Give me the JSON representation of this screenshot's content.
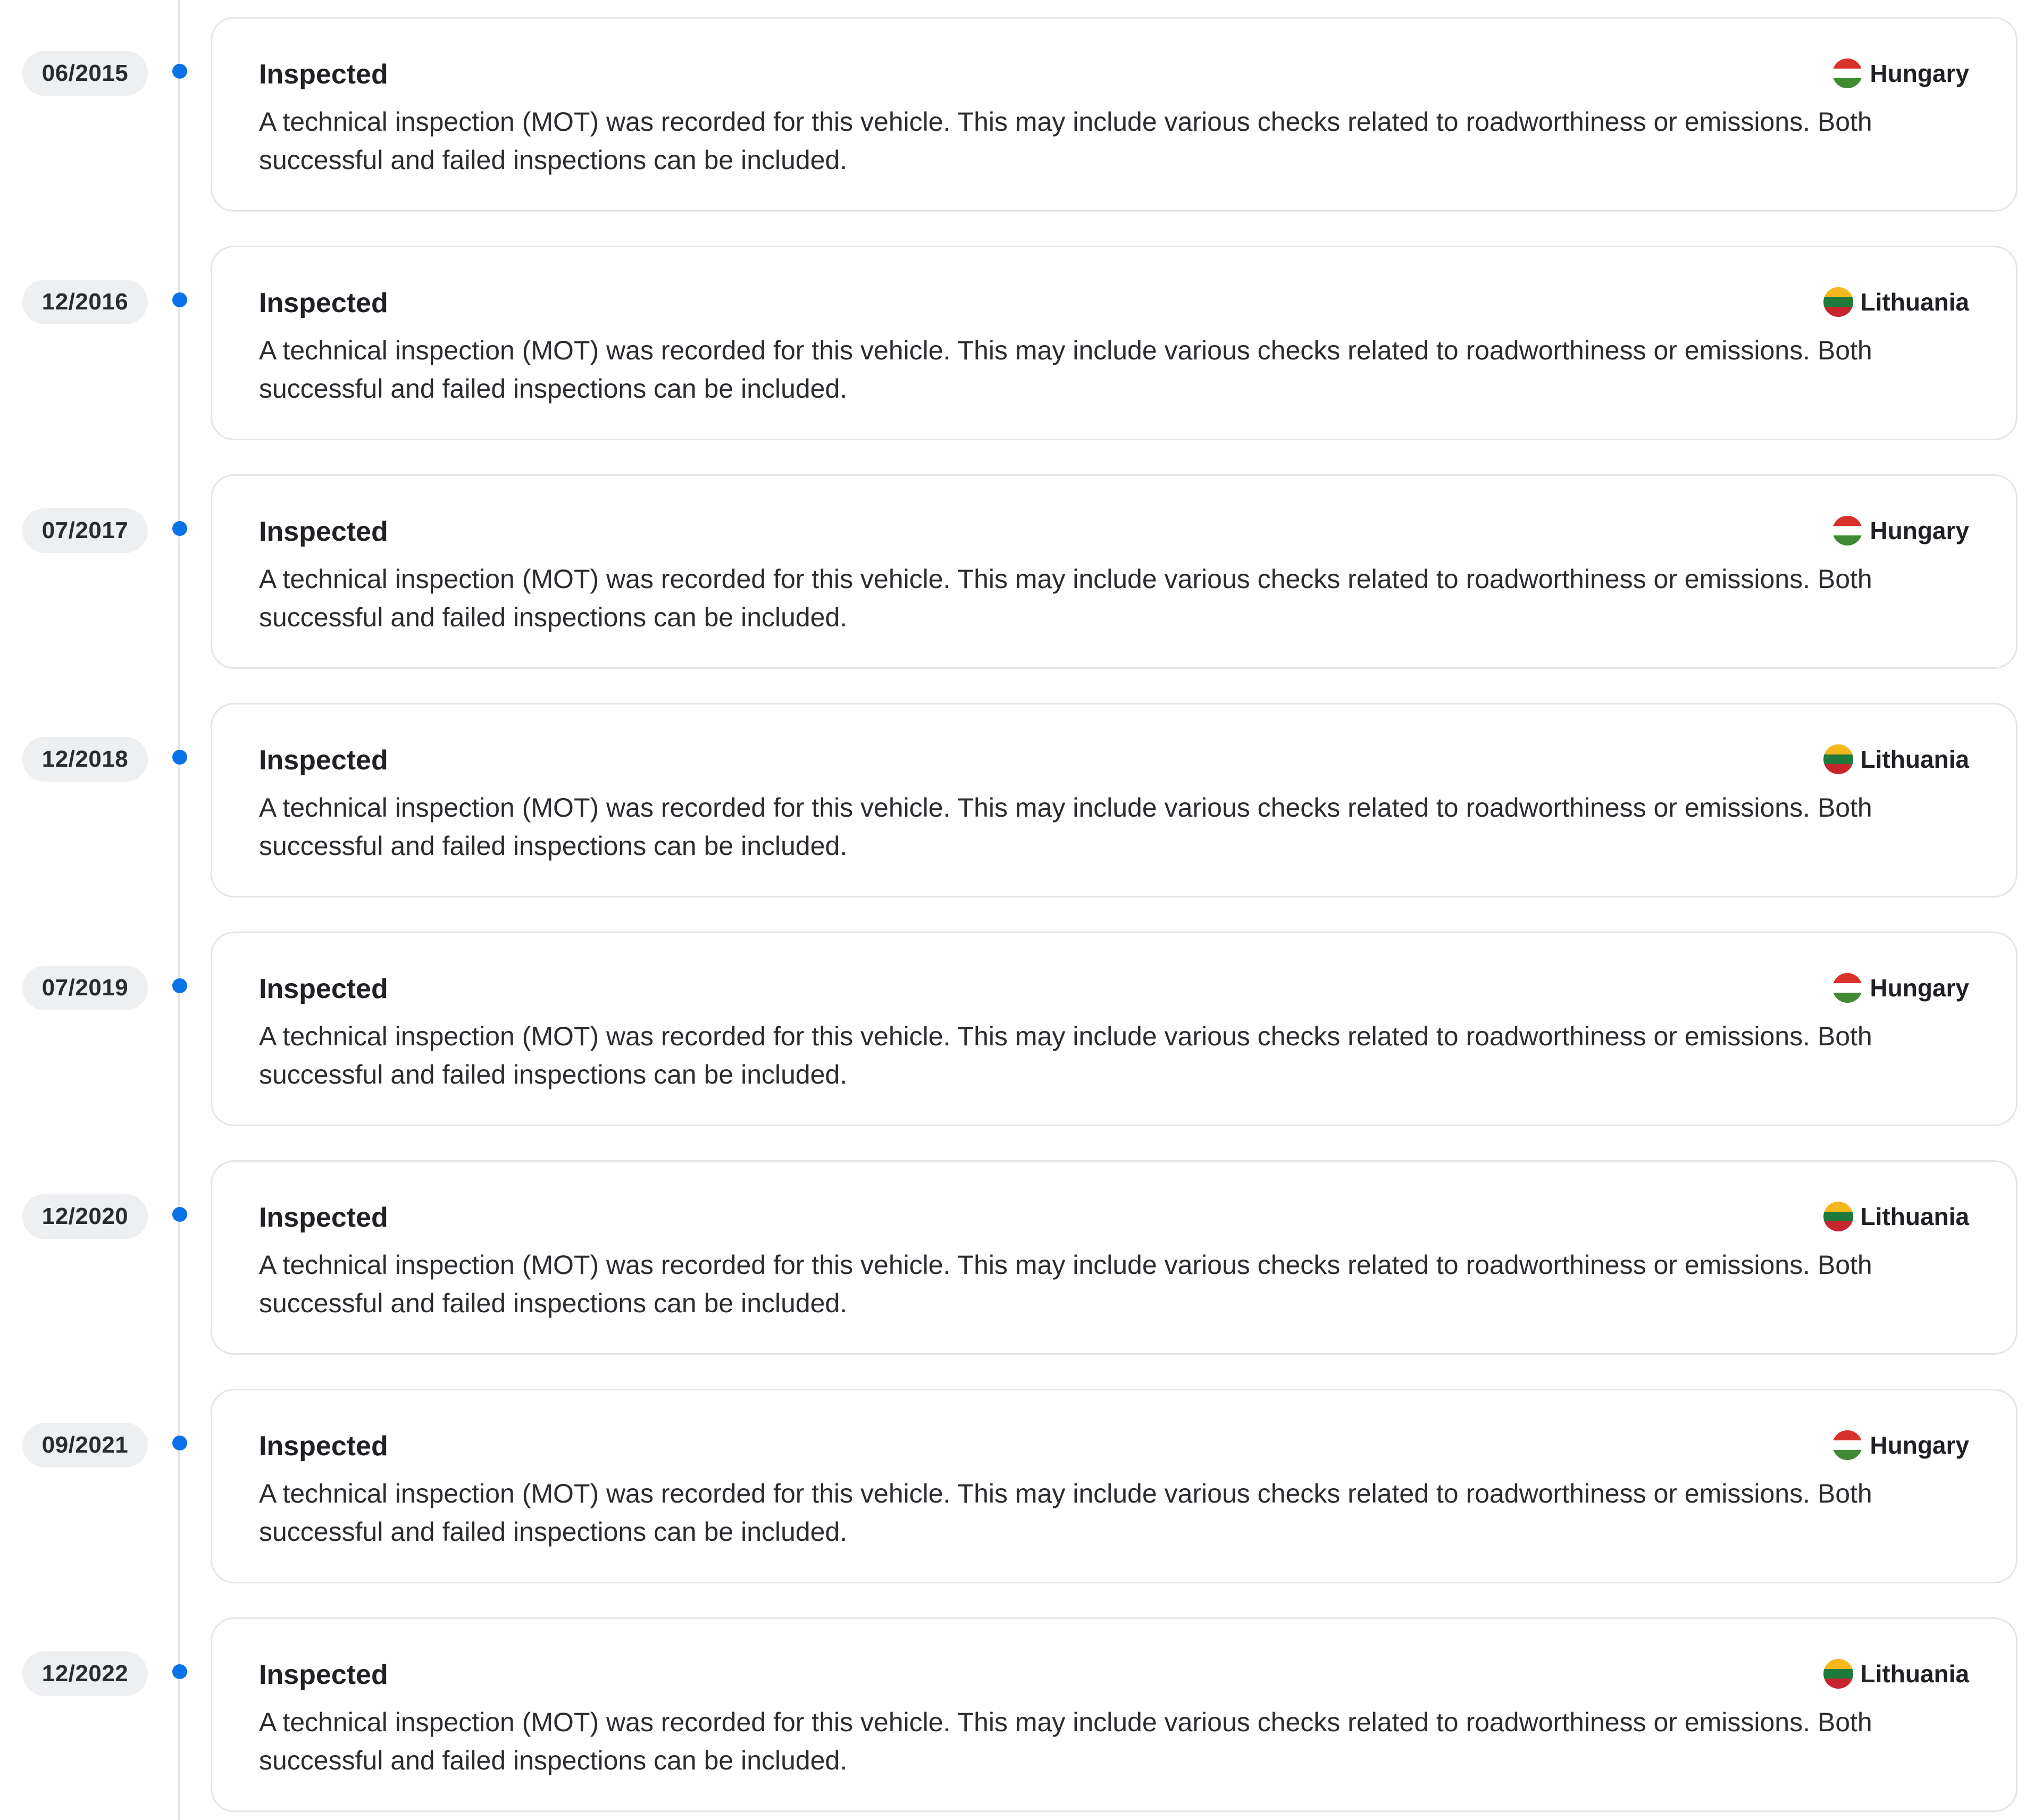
{
  "flags": {
    "Hungary": [
      "#d8322b",
      "#ffffff",
      "#3f8a32"
    ],
    "Lithuania": [
      "#f4b81c",
      "#1f7a3c",
      "#c8262f"
    ]
  },
  "entries": [
    {
      "date": "06/2015",
      "title": "Inspected",
      "country": "Hungary",
      "description": "A technical inspection (MOT) was recorded for this vehicle. This may include various checks related to roadworthiness or emissions. Both successful and failed inspections can be included."
    },
    {
      "date": "12/2016",
      "title": "Inspected",
      "country": "Lithuania",
      "description": "A technical inspection (MOT) was recorded for this vehicle. This may include various checks related to roadworthiness or emissions. Both successful and failed inspections can be included."
    },
    {
      "date": "07/2017",
      "title": "Inspected",
      "country": "Hungary",
      "description": "A technical inspection (MOT) was recorded for this vehicle. This may include various checks related to roadworthiness or emissions. Both successful and failed inspections can be included."
    },
    {
      "date": "12/2018",
      "title": "Inspected",
      "country": "Lithuania",
      "description": "A technical inspection (MOT) was recorded for this vehicle. This may include various checks related to roadworthiness or emissions. Both successful and failed inspections can be included."
    },
    {
      "date": "07/2019",
      "title": "Inspected",
      "country": "Hungary",
      "description": "A technical inspection (MOT) was recorded for this vehicle. This may include various checks related to roadworthiness or emissions. Both successful and failed inspections can be included."
    },
    {
      "date": "12/2020",
      "title": "Inspected",
      "country": "Lithuania",
      "description": "A technical inspection (MOT) was recorded for this vehicle. This may include various checks related to roadworthiness or emissions. Both successful and failed inspections can be included."
    },
    {
      "date": "09/2021",
      "title": "Inspected",
      "country": "Hungary",
      "description": "A technical inspection (MOT) was recorded for this vehicle. This may include various checks related to roadworthiness or emissions. Both successful and failed inspections can be included."
    },
    {
      "date": "12/2022",
      "title": "Inspected",
      "country": "Lithuania",
      "description": "A technical inspection (MOT) was recorded for this vehicle. This may include various checks related to roadworthiness or emissions. Both successful and failed inspections can be included."
    }
  ]
}
